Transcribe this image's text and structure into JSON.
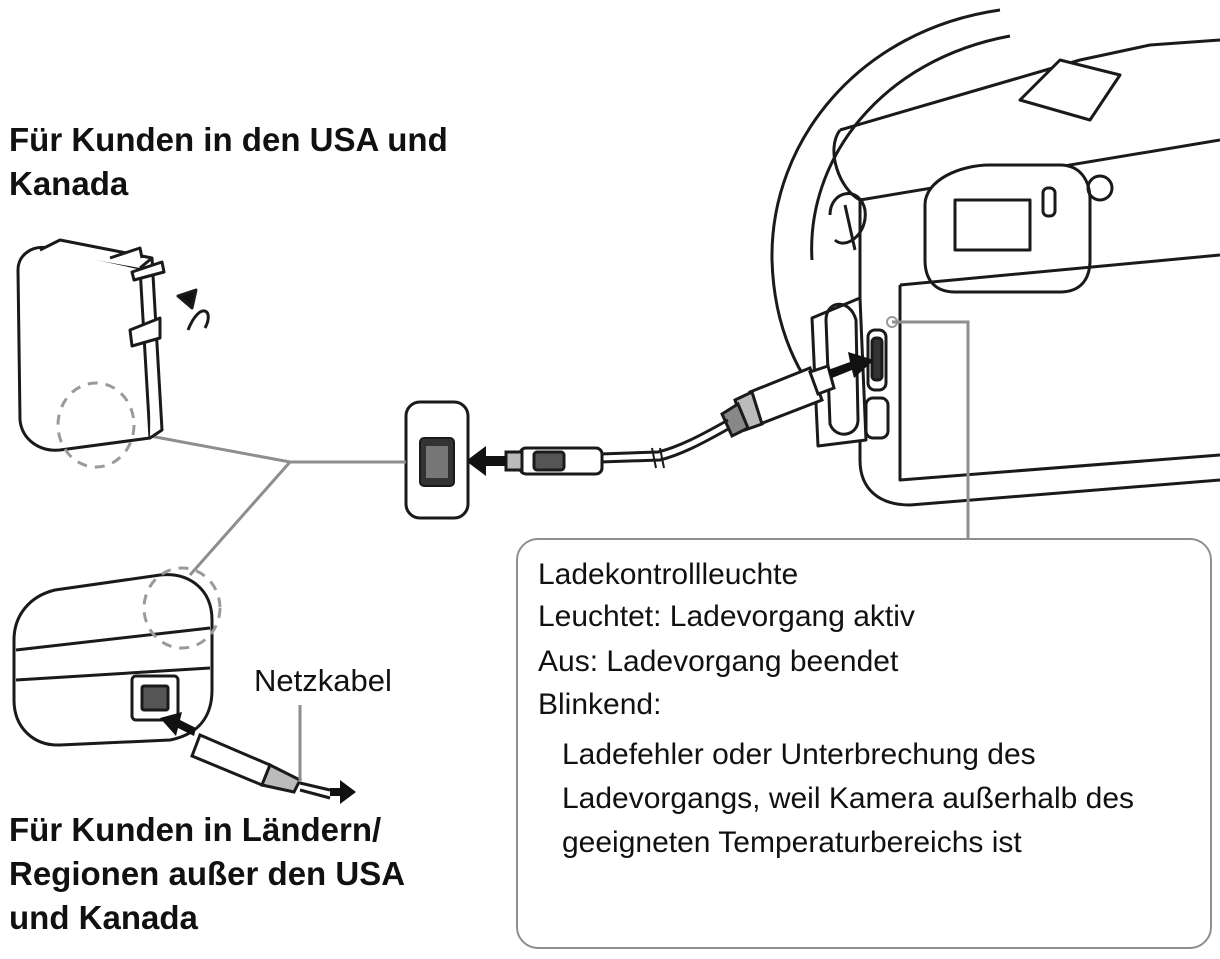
{
  "headings": {
    "usa_canada": "Für Kunden in den USA und Kanada",
    "other_regions": "Für Kunden in Ländern/ Regionen außer den USA und Kanada"
  },
  "labels": {
    "power_cord": "Netzkabel"
  },
  "callout": {
    "title": "Ladekontrollleuchte",
    "status_on": "Leuchtet: Ladevorgang aktiv",
    "status_off": "Aus: Ladevorgang beendet",
    "status_blinking": "Blinkend:",
    "blinking_description": "Ladefehler oder Unterbrechung des Ladevorgangs, weil Kamera außerhalb des geeigneten Temperaturbereichs ist"
  }
}
